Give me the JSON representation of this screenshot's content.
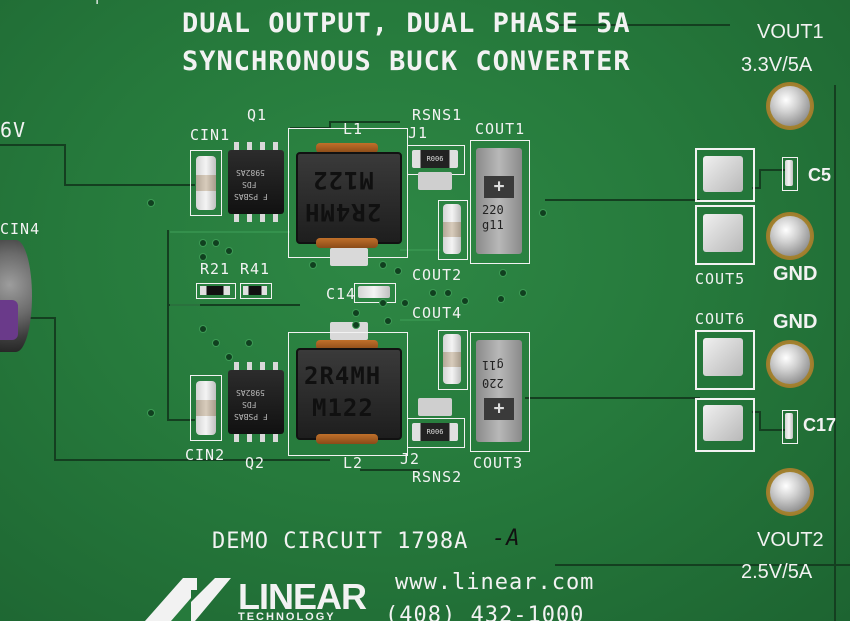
{
  "board": {
    "title_line1": "DUAL OUTPUT, DUAL PHASE 5A",
    "title_line2": "SYNCHRONOUS BUCK CONVERTER",
    "demo_circuit": "DEMO CIRCUIT 1798A",
    "handwritten_rev": "-A",
    "website": "www.linear.com",
    "phone": "(408) 432-1000",
    "logo": "LINEAR",
    "logo_sub": "TECHNOLOGY",
    "vin_fragment": "6V",
    "top_edge_fragment": "F"
  },
  "labels": {
    "vout1": "VOUT1",
    "vout1_rating": "3.3V/5A",
    "vout2": "VOUT2",
    "vout2_rating": "2.5V/5A",
    "gnd_top": "GND",
    "gnd_bottom": "GND",
    "cin1": "CIN1",
    "cin2": "CIN2",
    "cin4": "CIN4",
    "q1": "Q1",
    "q2": "Q2",
    "l1": "L1",
    "l2": "L2",
    "rsns1": "RSNS1",
    "rsns2": "RSNS2",
    "j1": "J1",
    "j2": "J2",
    "cout1": "COUT1",
    "cout2": "COUT2",
    "cout3": "COUT3",
    "cout4": "COUT4",
    "cout5": "COUT5",
    "cout6": "COUT6",
    "c5": "C5",
    "c14": "C14",
    "c17": "C17",
    "r21": "R21",
    "r41": "R41"
  },
  "markings": {
    "inductor_top_line1": "M122",
    "inductor_top_line2": "2R4MH",
    "inductor_bottom_line1": "2R4MH",
    "inductor_bottom_line2": "M122",
    "cap_top_value": "220",
    "cap_top_code": "g11",
    "cap_bottom_value": "220",
    "cap_bottom_code": "g11",
    "cap_polarity": "+",
    "rsense_code": "R006",
    "fet_code": "5982AS",
    "fet_brand": "FDS",
    "fet_logo": "F PSBAS"
  },
  "colors": {
    "pcb": "#267a3c",
    "silkscreen": "#f2f2f2",
    "solder": "#d9d9d9"
  }
}
